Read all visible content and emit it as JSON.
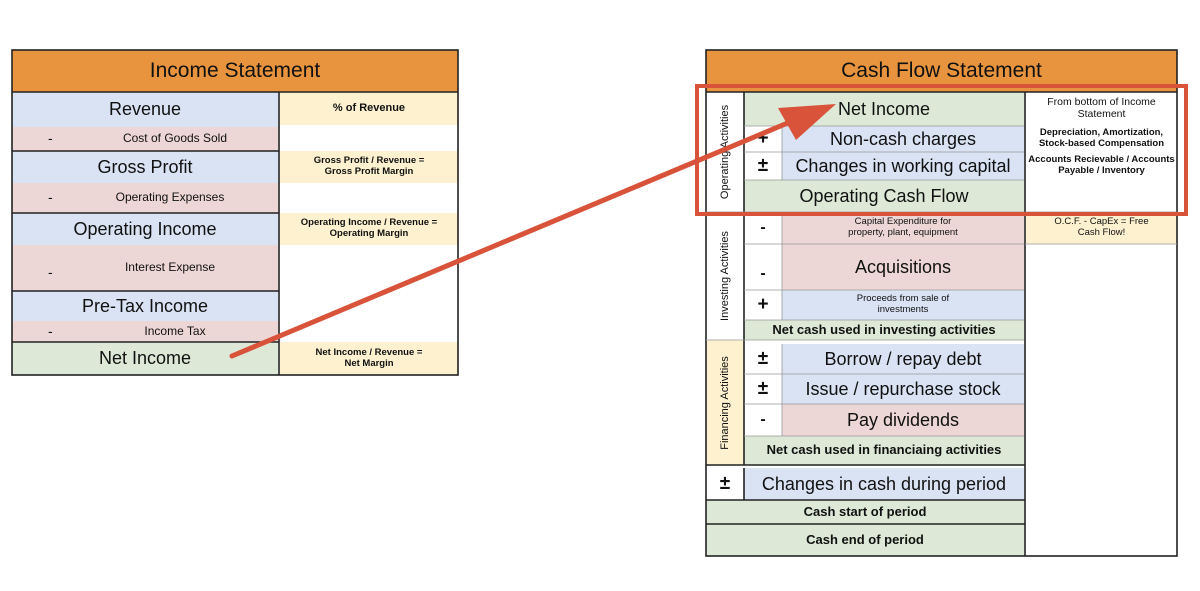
{
  "income_statement": {
    "title": "Income Statement",
    "rows": {
      "revenue": "Revenue",
      "cogs": "Cost of Goods Sold",
      "gross_profit": "Gross Profit",
      "opex": "Operating Expenses",
      "operating_income": "Operating Income",
      "interest": "Interest Expense",
      "pretax": "Pre-Tax Income",
      "tax": "Income Tax",
      "net_income": "Net Income"
    },
    "minus": "-",
    "notes": {
      "pct_revenue": "% of Revenue",
      "gross_margin": "Gross Profit / Revenue = Gross Profit Margin",
      "operating_margin": "Operating Income / Revenue = Operating Margin",
      "net_margin": "Net Income / Revenue = Net Margin"
    }
  },
  "cash_flow_statement": {
    "title": "Cash Flow Statement",
    "sections": {
      "operating": "Operating Activities",
      "investing": "Investing Activities",
      "financing": "Financing Activities"
    },
    "operating": {
      "net_income": "Net Income",
      "non_cash": "Non-cash charges",
      "working_capital": "Changes in working capital",
      "ocf": "Operating Cash Flow",
      "note_bottom": "From bottom of Income Statement",
      "note_noncash": "Depreciation, Amortization, Stock-based Compensation",
      "note_wc": "Accounts Recievable / Accounts Payable / Inventory"
    },
    "investing": {
      "capex": "Capital Expenditure for property, plant, equipment",
      "acquisitions": "Acquisitions",
      "proceeds": "Proceeds from sale of investments",
      "net": "Net cash used in investing activities",
      "note_fcf": "O.C.F. - CapEx = Free Cash Flow!"
    },
    "financing": {
      "debt": "Borrow / repay debt",
      "stock": "Issue / repurchase stock",
      "dividends": "Pay dividends",
      "net": "Net cash used in financiaing activities"
    },
    "changes_in_cash": "Changes in cash during period",
    "cash_start": "Cash start of period",
    "cash_end": "Cash end of period",
    "signs": {
      "plus": "+",
      "minus": "-",
      "plus_minus": "±"
    }
  },
  "colors": {
    "header": "#e8943f",
    "revenue_rows": "#d9e3f3",
    "expense_rows": "#ecd6d6",
    "total_rows": "#dde8d6",
    "notes": "#fdf1cf",
    "arrow": "#d9533a"
  }
}
